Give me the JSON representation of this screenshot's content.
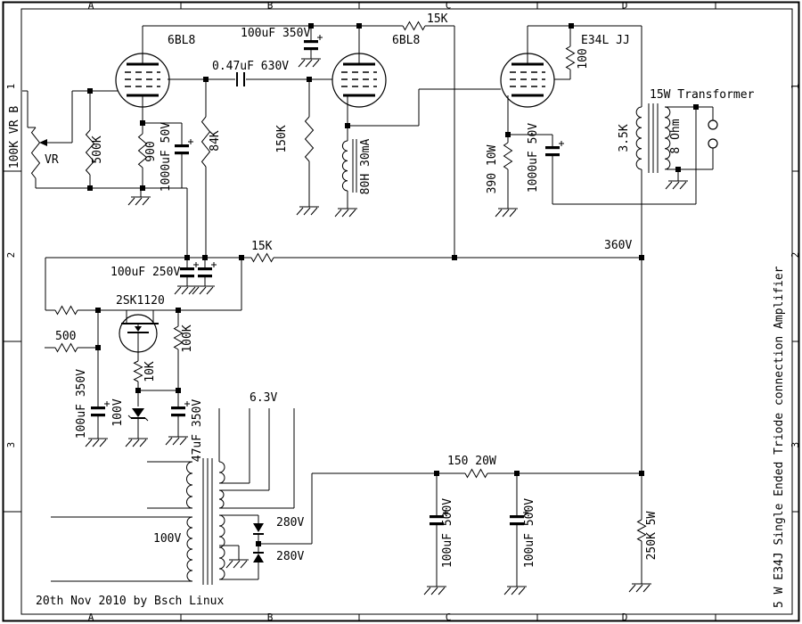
{
  "frame": {
    "top_letters": [
      "A",
      "B",
      "C",
      "D"
    ],
    "bottom_letters": [
      "A",
      "B",
      "C",
      "D"
    ],
    "left_numbers": [
      "1",
      "2",
      "3"
    ],
    "right_numbers": [
      "1",
      "2",
      "3"
    ]
  },
  "titles": {
    "date_note": "20th Nov 2010 by Bsch Linux",
    "side_title": "5 W E34J Single Ended Triode connection Amplifier"
  },
  "labels": {
    "tube1": "6BL8",
    "tube2": "6BL8",
    "tube3": "E34L JJ",
    "coupling_cap": "0.47uF 630V",
    "b2_cap": "100uF 350V",
    "plate_r": "15K",
    "volume_pot": "100K VR B",
    "vr": "VR",
    "grid_r": "500K",
    "cathode_r": "900",
    "cathode_cap": "1000uF 50V",
    "load_r": "84K",
    "grid2_r": "150K",
    "choke": "80H 30mA",
    "screen_r": "100",
    "output_transformer": "15W Transformer",
    "primary_z": "3.5K",
    "secondary_z": "8 Ohm",
    "bias_r": "390 10W",
    "bypass_cap": "1000uF 50V",
    "b_plus": "360V",
    "rail_r": "15K",
    "rail_caps": "100uF 250V",
    "mosfet": "2SK1120",
    "r500": "500",
    "r10k": "10K",
    "zener_v": "100V",
    "r100k": "100K",
    "cap47": "47uF 350V",
    "reg_cap": "100uF 350V",
    "heater_v": "6.3V",
    "mains_v": "100V",
    "sec_top_v": "280V",
    "sec_bot_v": "280V",
    "filter_r": "150 20W",
    "psu_cap1": "100uF 500V",
    "psu_cap2": "100uF 500V",
    "bleeder_r": "250K 5W"
  }
}
